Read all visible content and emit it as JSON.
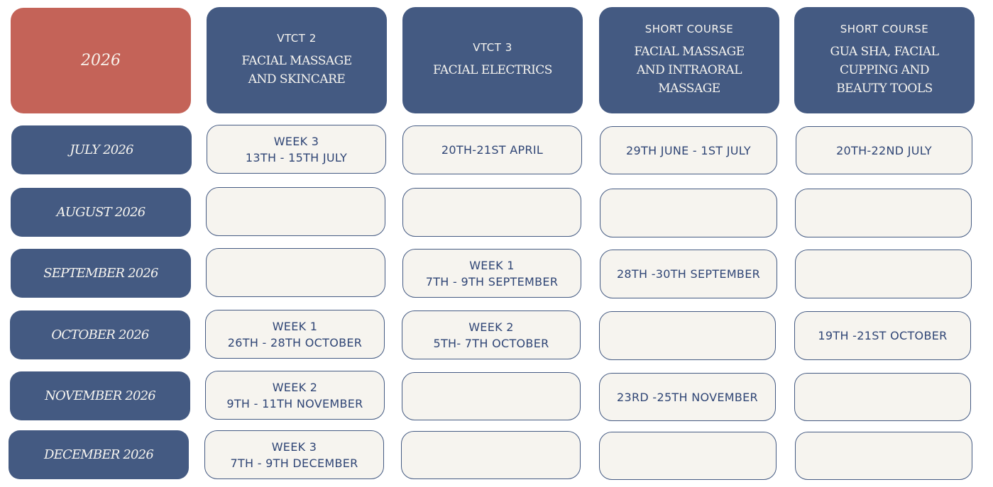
{
  "year_label": "2026",
  "courses": [
    {
      "type": "VTCT 2",
      "name": "FACIAL MASSAGE AND SKINCARE"
    },
    {
      "type": "VTCT 3",
      "name": "FACIAL ELECTRICS"
    },
    {
      "type": "SHORT COURSE",
      "name": "FACIAL MASSAGE AND INTRAORAL MASSAGE"
    },
    {
      "type": "SHORT COURSE",
      "name": "GUA SHA, FACIAL CUPPING AND BEAUTY TOOLS"
    }
  ],
  "months": [
    {
      "label": "JULY 2026",
      "slots": [
        {
          "line1": "WEEK 3",
          "line2": "13TH - 15TH JULY"
        },
        {
          "line1": "20TH-21ST APRIL",
          "line2": ""
        },
        {
          "line1": "29TH JUNE - 1ST JULY",
          "line2": ""
        },
        {
          "line1": "20TH-22ND JULY",
          "line2": ""
        }
      ]
    },
    {
      "label": "AUGUST 2026",
      "slots": [
        {
          "line1": "",
          "line2": ""
        },
        {
          "line1": "",
          "line2": ""
        },
        {
          "line1": "",
          "line2": ""
        },
        {
          "line1": "",
          "line2": ""
        }
      ]
    },
    {
      "label": "SEPTEMBER 2026",
      "slots": [
        {
          "line1": "",
          "line2": ""
        },
        {
          "line1": "WEEK 1",
          "line2": "7TH - 9TH SEPTEMBER"
        },
        {
          "line1": "28TH -30TH SEPTEMBER",
          "line2": ""
        },
        {
          "line1": "",
          "line2": ""
        }
      ]
    },
    {
      "label": "OCTOBER 2026",
      "slots": [
        {
          "line1": "WEEK 1",
          "line2": "26TH - 28TH OCTOBER"
        },
        {
          "line1": "WEEK 2",
          "line2": "5TH- 7TH OCTOBER"
        },
        {
          "line1": "",
          "line2": ""
        },
        {
          "line1": "19TH -21ST OCTOBER",
          "line2": ""
        }
      ]
    },
    {
      "label": "NOVEMBER 2026",
      "slots": [
        {
          "line1": "WEEK 2",
          "line2": "9TH - 11TH NOVEMBER"
        },
        {
          "line1": "",
          "line2": ""
        },
        {
          "line1": "23RD -25TH NOVEMBER",
          "line2": ""
        },
        {
          "line1": "",
          "line2": ""
        }
      ]
    },
    {
      "label": "DECEMBER 2026",
      "slots": [
        {
          "line1": "WEEK 3",
          "line2": "7TH - 9TH DECEMBER"
        },
        {
          "line1": "",
          "line2": ""
        },
        {
          "line1": "",
          "line2": ""
        },
        {
          "line1": "",
          "line2": ""
        }
      ]
    }
  ],
  "colors": {
    "navy": "#445a82",
    "coral": "#c46358",
    "cream": "#f6f4ef"
  }
}
